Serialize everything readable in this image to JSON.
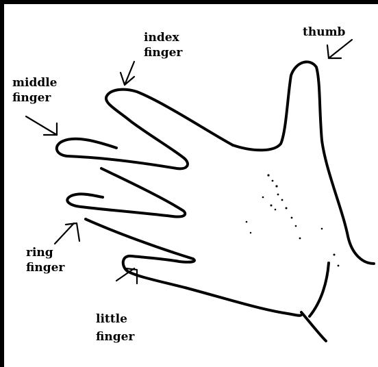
{
  "labels": {
    "thumb": "thumb",
    "index_line1": "index",
    "index_line2": "finger",
    "middle_line1": "middle",
    "middle_line2": "finger",
    "ring_line1": "ring",
    "ring_line2": "finger",
    "little_line1": "little",
    "little_line2": "finger"
  },
  "colors": {
    "ink": "#000000",
    "background": "#ffffff"
  }
}
